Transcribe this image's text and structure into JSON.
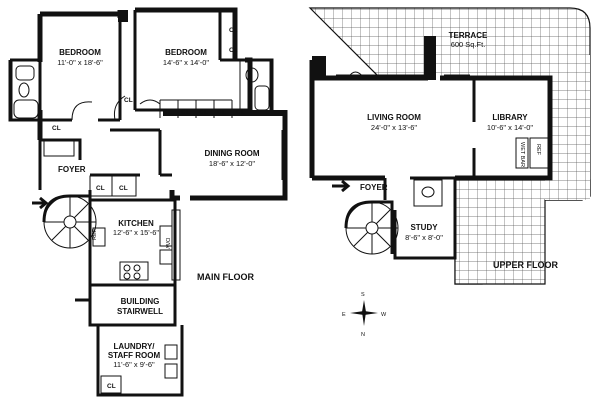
{
  "main_floor": {
    "title": "MAIN FLOOR",
    "rooms": {
      "bedroom1": {
        "name": "BEDROOM",
        "dims": "11'-0\" x 18'-6\""
      },
      "bedroom2": {
        "name": "BEDROOM",
        "dims": "14'-6\" x 14'-0\""
      },
      "dining": {
        "name": "DINING ROOM",
        "dims": "18'-6\" x 12'-0\""
      },
      "foyer": {
        "name": "FOYER"
      },
      "kitchen": {
        "name": "KITCHEN",
        "dims": "12'-6\" x 15'-6\""
      },
      "stairwell_line1": "BUILDING",
      "stairwell_line2": "STAIRWELL",
      "laundry_line1": "LAUNDRY/",
      "laundry_line2": "STAFF ROOM",
      "laundry_dims": "11'-6\" x 9'-6\""
    },
    "closet_label": "CL",
    "ref_label": "REF",
    "dw_label": "D/W"
  },
  "upper_floor": {
    "title": "UPPER FLOOR",
    "rooms": {
      "terrace": {
        "name": "TERRACE",
        "dims": "600 Sq.Ft."
      },
      "living": {
        "name": "LIVING ROOM",
        "dims": "24'-0\" x 13'-6\""
      },
      "library": {
        "name": "LIBRARY",
        "dims": "10'-6\" x 14'-0\""
      },
      "foyer": {
        "name": "FOYER"
      },
      "study": {
        "name": "STUDY",
        "dims": "8'-6\" x 8'-0\""
      }
    },
    "wet_bar_label": "WET BAR",
    "ref_label": "REF"
  },
  "compass": {
    "n": "N",
    "s": "S",
    "e": "E",
    "w": "W"
  }
}
